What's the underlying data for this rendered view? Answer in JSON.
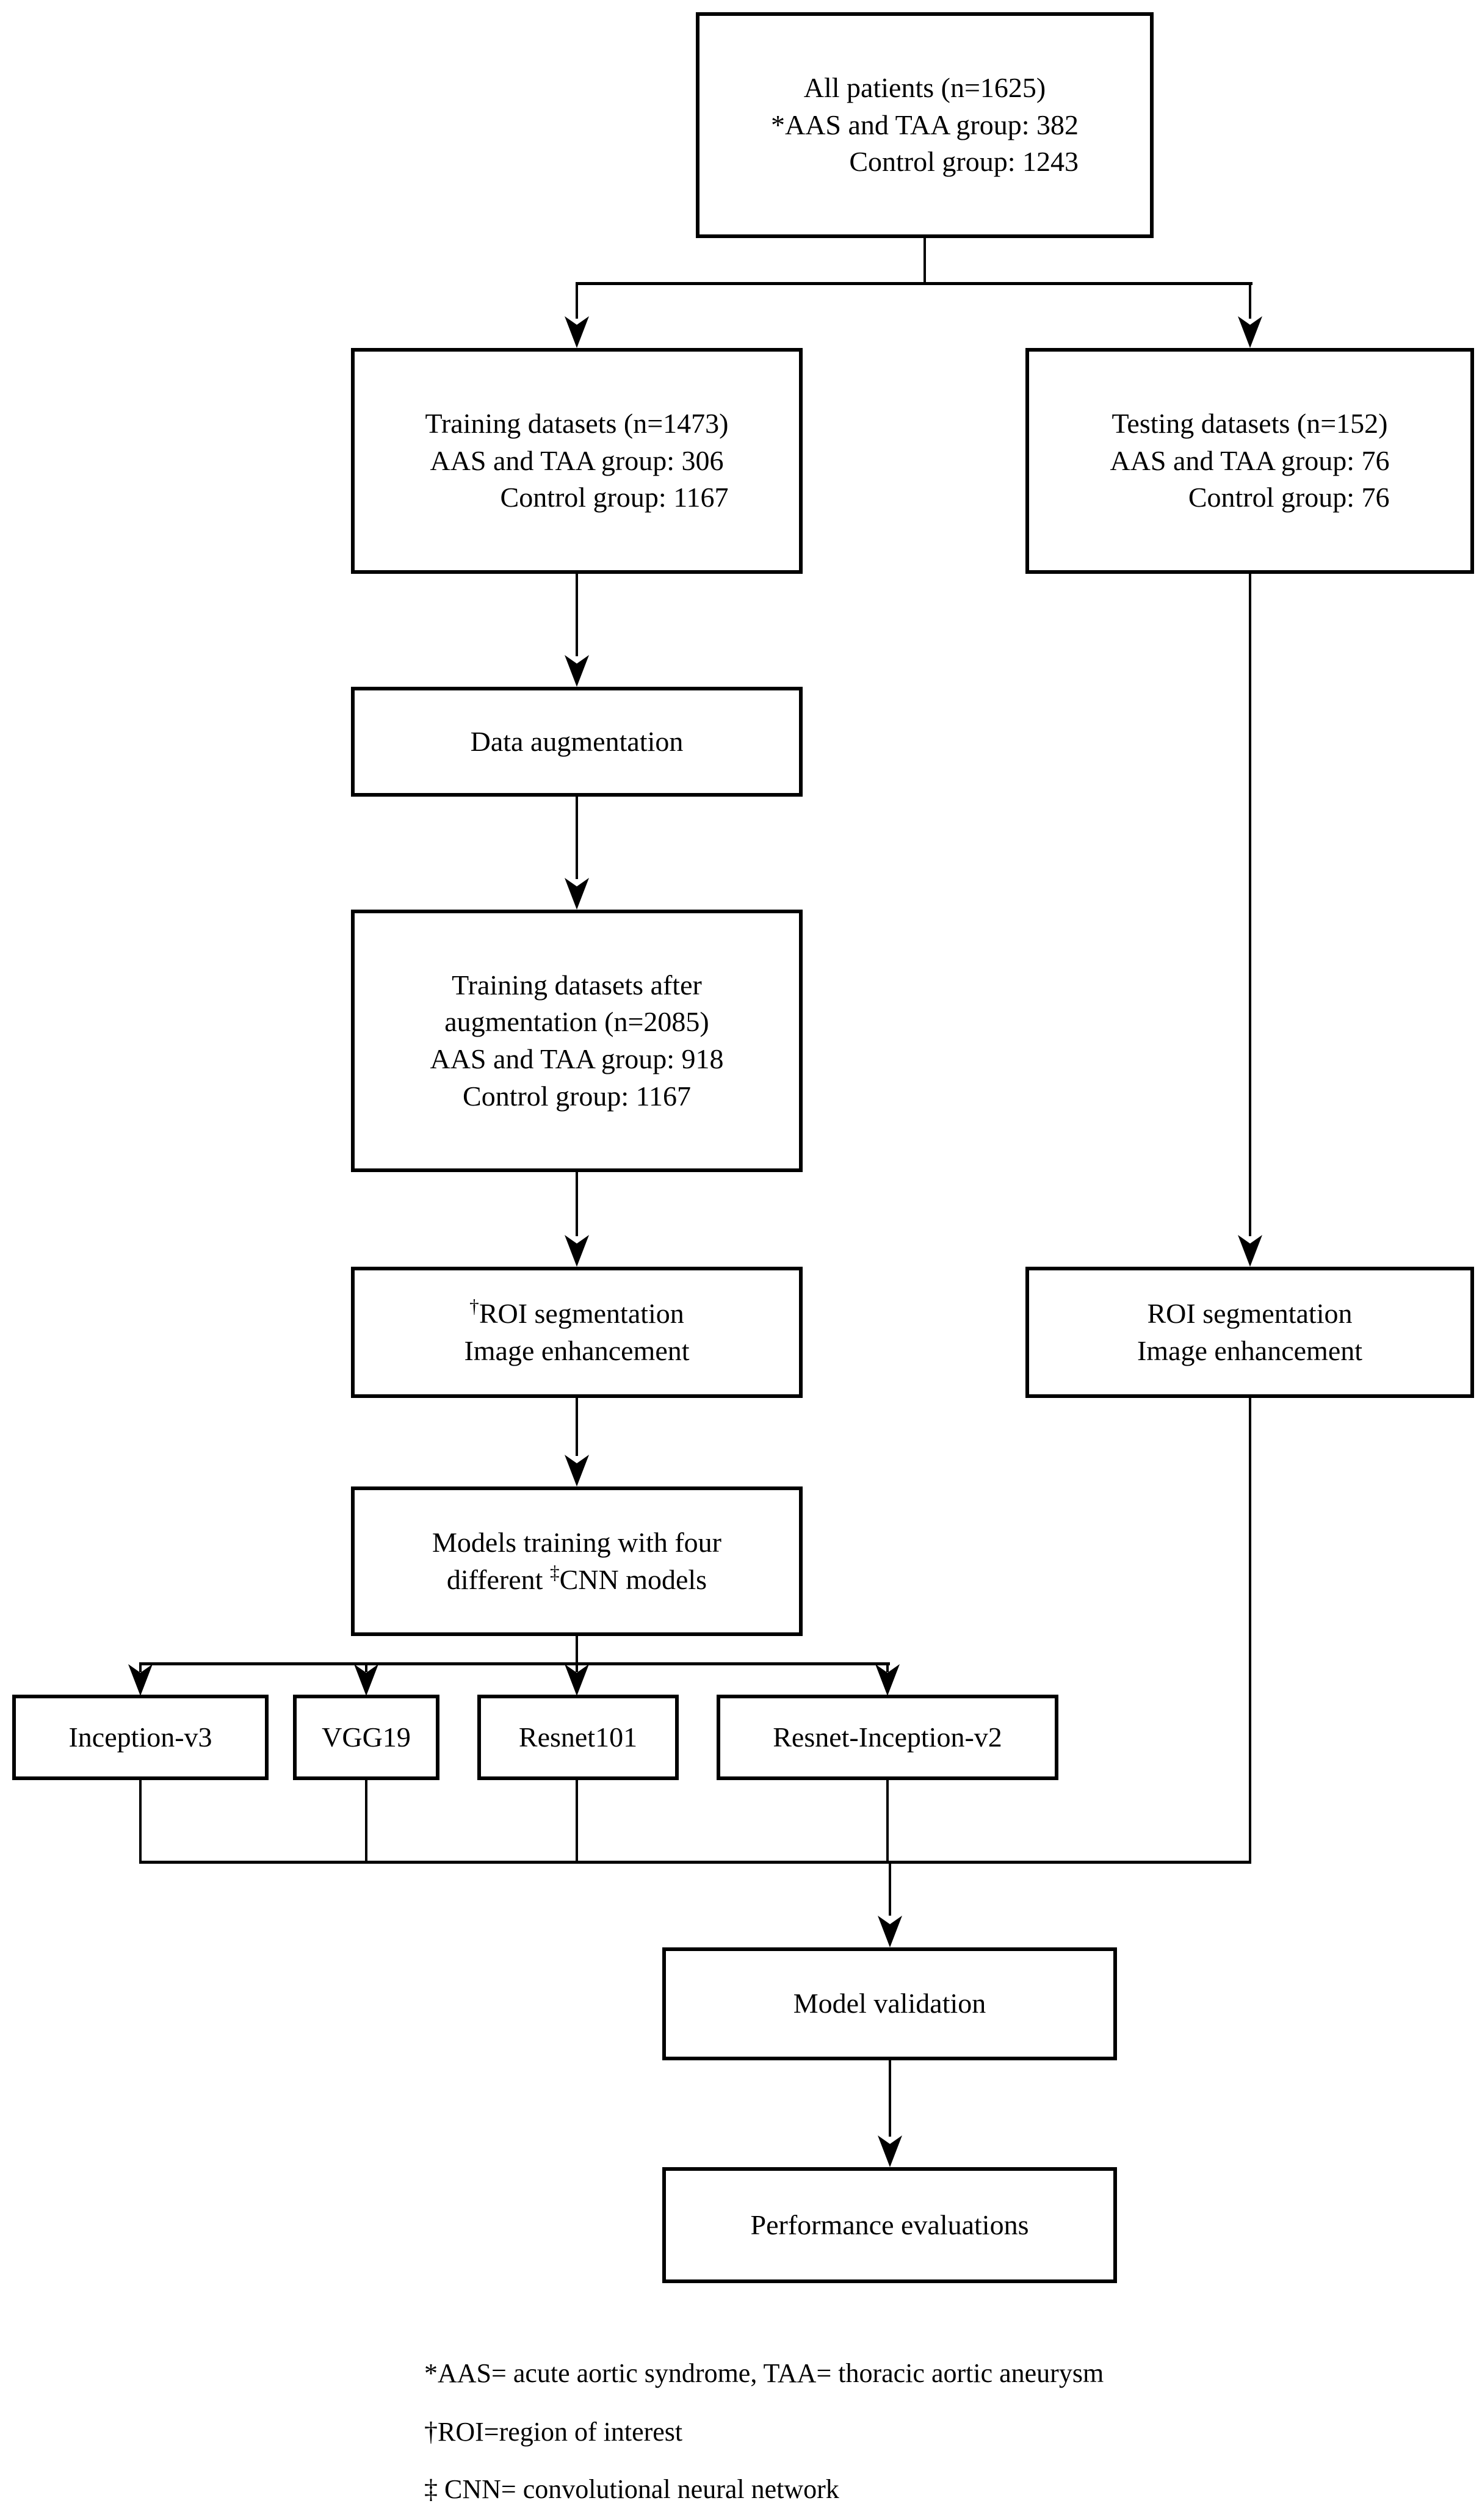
{
  "boxes": {
    "all_patients": {
      "line1": "All patients (n=1625)",
      "line2": "*AAS and TAA group: 382",
      "line3": "Control group: 1243"
    },
    "training": {
      "line1": "Training datasets (n=1473)",
      "line2": "AAS and TAA group: 306",
      "line3": "Control group: 1167"
    },
    "testing": {
      "line1": "Testing datasets (n=152)",
      "line2": "AAS and TAA group: 76",
      "line3": "Control group: 76"
    },
    "data_augmentation": {
      "line1": "Data augmentation"
    },
    "training_after_aug": {
      "line1": "Training datasets  after",
      "line2": "augmentation (n=2085)",
      "line3": "AAS and TAA group: 918",
      "line4": "Control group: 1167"
    },
    "roi_training": {
      "sup": "†",
      "line1": "ROI segmentation",
      "line2": "Image enhancement"
    },
    "roi_testing": {
      "line1": "ROI segmentation",
      "line2": "Image enhancement"
    },
    "models_training": {
      "line1": "Models training with four",
      "line2_prefix": "different ",
      "line2_sup": "‡",
      "line2_suffix": "CNN models"
    },
    "cnn_models": [
      "Inception-v3",
      "VGG19",
      "Resnet101",
      "Resnet-Inception-v2"
    ],
    "model_validation": {
      "line1": "Model validation"
    },
    "performance_evaluations": {
      "line1": "Performance evaluations"
    }
  },
  "footnotes": [
    "*AAS= acute aortic syndrome, TAA= thoracic aortic aneurysm",
    "†ROI=region of interest",
    "‡ CNN= convolutional neural network"
  ],
  "colors": {
    "line": "#000000",
    "box_border": "#000000",
    "background": "#ffffff",
    "text": "#000000"
  }
}
